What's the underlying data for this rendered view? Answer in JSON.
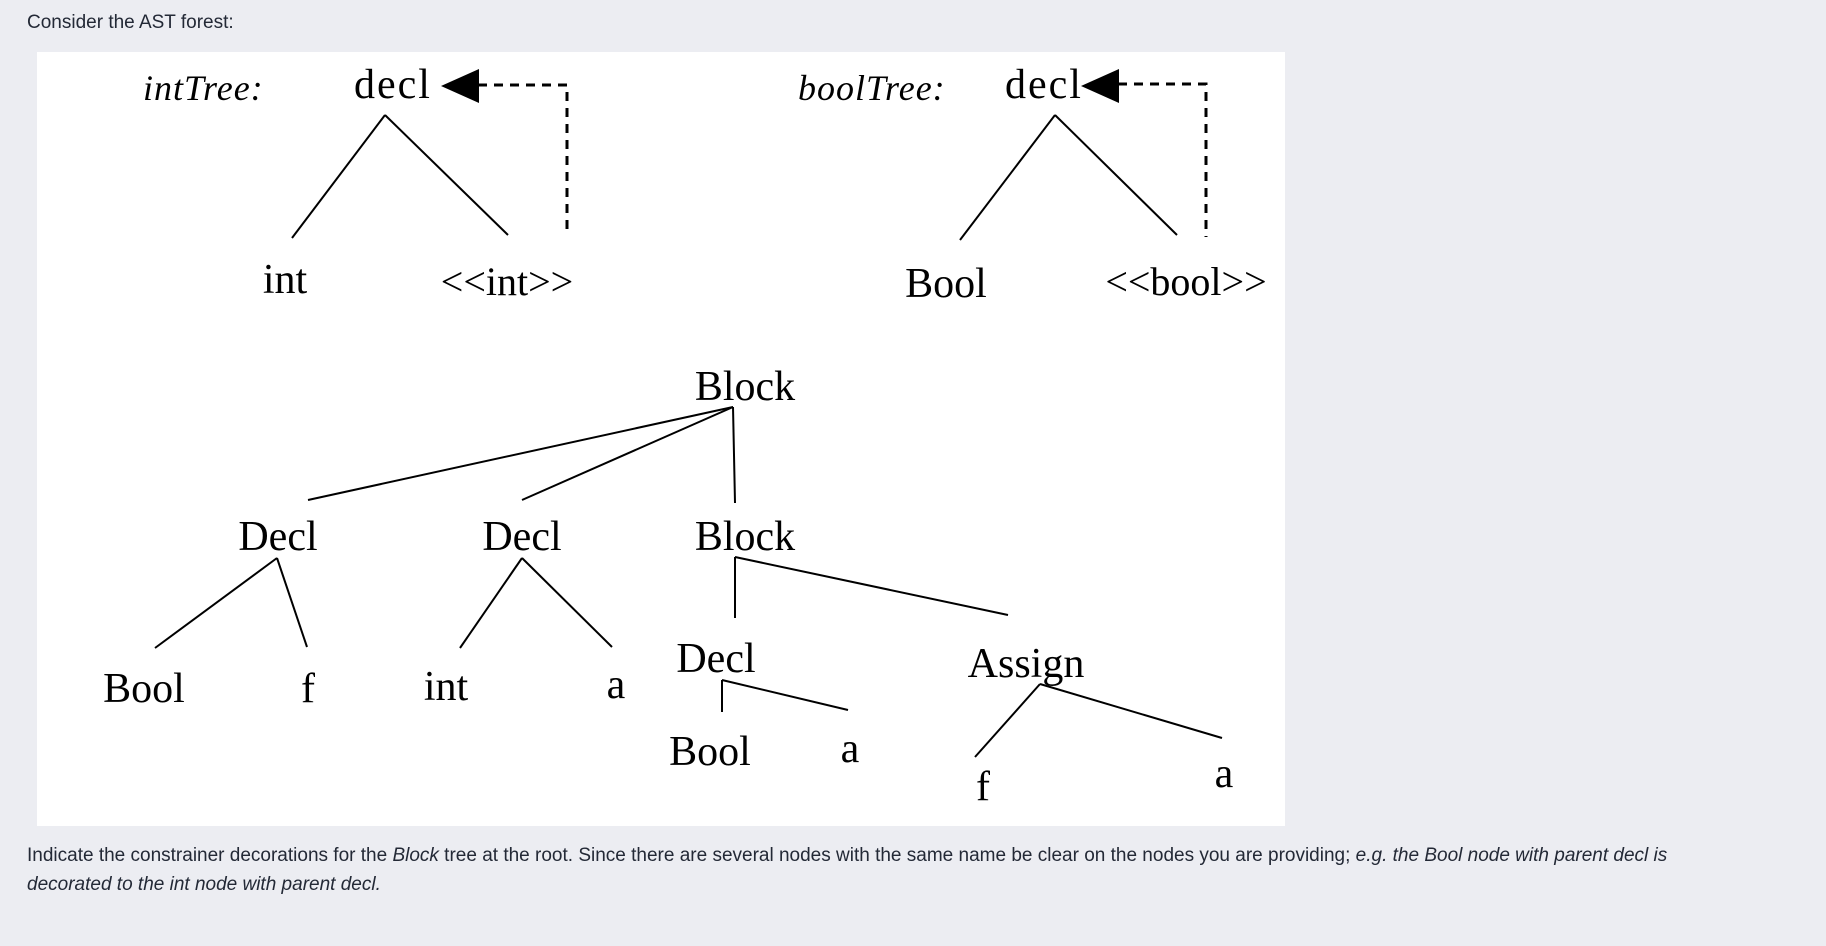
{
  "page": {
    "background_color": "#ECEDF2",
    "panel_background": "#FFFFFF",
    "text_color": "#232936",
    "diagram_color": "#000000"
  },
  "intro": {
    "text": "Consider the AST forest:"
  },
  "diagram": {
    "int_tree": {
      "title": "intTree:",
      "root": "decl",
      "left": "int",
      "right": "<<int>>"
    },
    "bool_tree": {
      "title": "boolTree:",
      "root": "decl",
      "left": "Bool",
      "right": "<<bool>>"
    },
    "block_tree": {
      "root": "Block",
      "decl1": {
        "label": "Decl",
        "left": "Bool",
        "right": "f"
      },
      "decl2": {
        "label": "Decl",
        "left": "int",
        "right": "a"
      },
      "inner_block": {
        "label": "Block"
      },
      "inner_decl": {
        "label": "Decl",
        "left": "Bool",
        "right": "a"
      },
      "assign": {
        "label": "Assign",
        "left": "f",
        "right": "a"
      }
    }
  },
  "question": {
    "seg1": "Indicate the constrainer decorations for the ",
    "seg2": "Block",
    "seg3": " tree at the root. Since there are several nodes with the same name be clear on the nodes you are providing; ",
    "seg4": "e.g. the Bool node with parent decl is",
    "seg5": "decorated to the int node with parent decl."
  }
}
